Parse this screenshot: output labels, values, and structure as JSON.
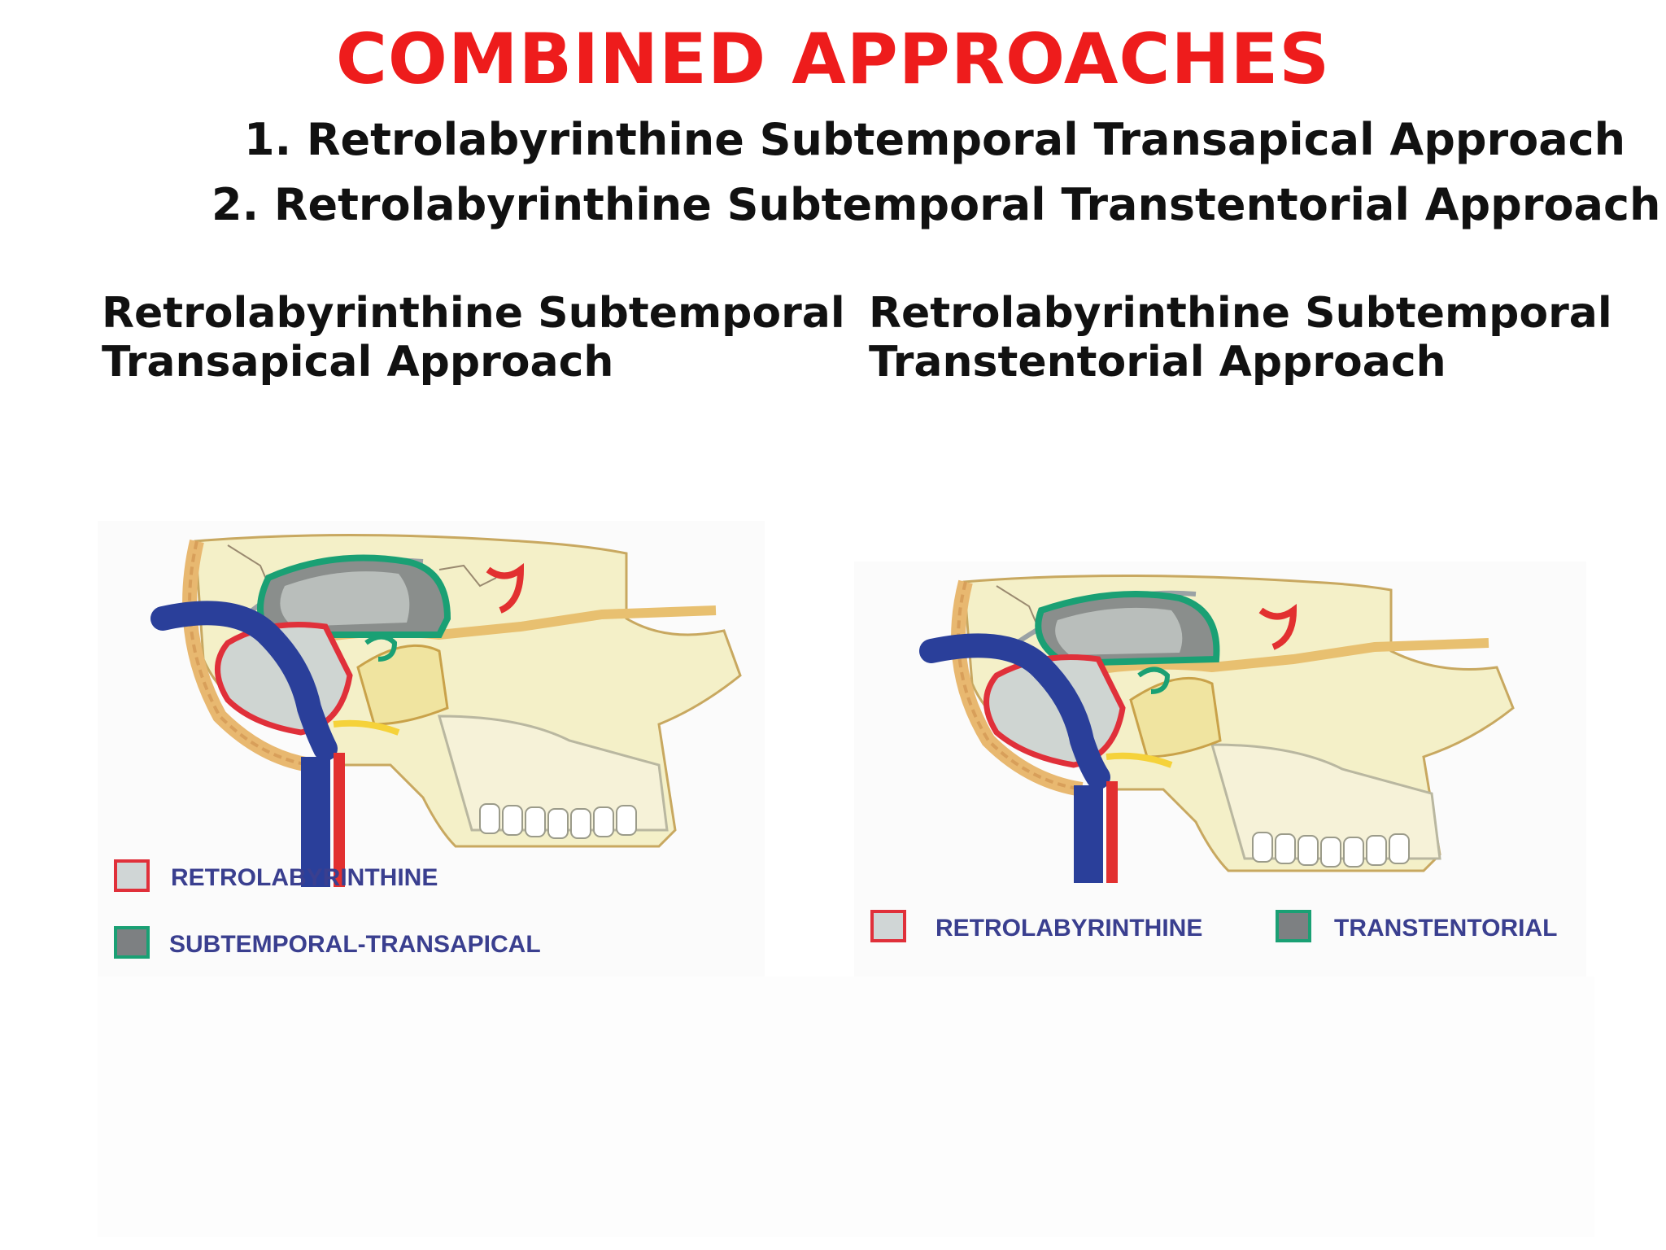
{
  "title": "COMBINED APPROACHES",
  "list": [
    "1. Retrolabyrinthine Subtemporal Transapical Approach",
    "2. Retrolabyrinthine Subtemporal Transtentorial Approach"
  ],
  "left_panel": {
    "heading_line1": "Retrolabyrinthine Subtemporal",
    "heading_line2": "Transapical Approach",
    "legend": [
      {
        "label": "RETROLABYRINTHINE",
        "border": "#e0303a",
        "fill": "#d0d6d6"
      },
      {
        "label": "SUBTEMPORAL-TRANSAPICAL",
        "border": "#1aa074",
        "fill": "#7d8082"
      }
    ]
  },
  "right_panel": {
    "heading_line1": "Retrolabyrinthine Subtemporal",
    "heading_line2": "Transtentorial Approach",
    "legend": [
      {
        "label": "RETROLABYRINTHINE",
        "border": "#e0303a",
        "fill": "#d0d6d6"
      },
      {
        "label": "TRANSTENTORIAL",
        "border": "#1aa074",
        "fill": "#7d8082"
      }
    ]
  },
  "colors": {
    "title": "#ee1c1c",
    "bone": "#f4f0c8",
    "bone_dark": "#e8c87a",
    "vein": "#2a3f9a",
    "artery": "#e23030",
    "retro_outline": "#e0303a",
    "green_outline": "#1aa074"
  }
}
